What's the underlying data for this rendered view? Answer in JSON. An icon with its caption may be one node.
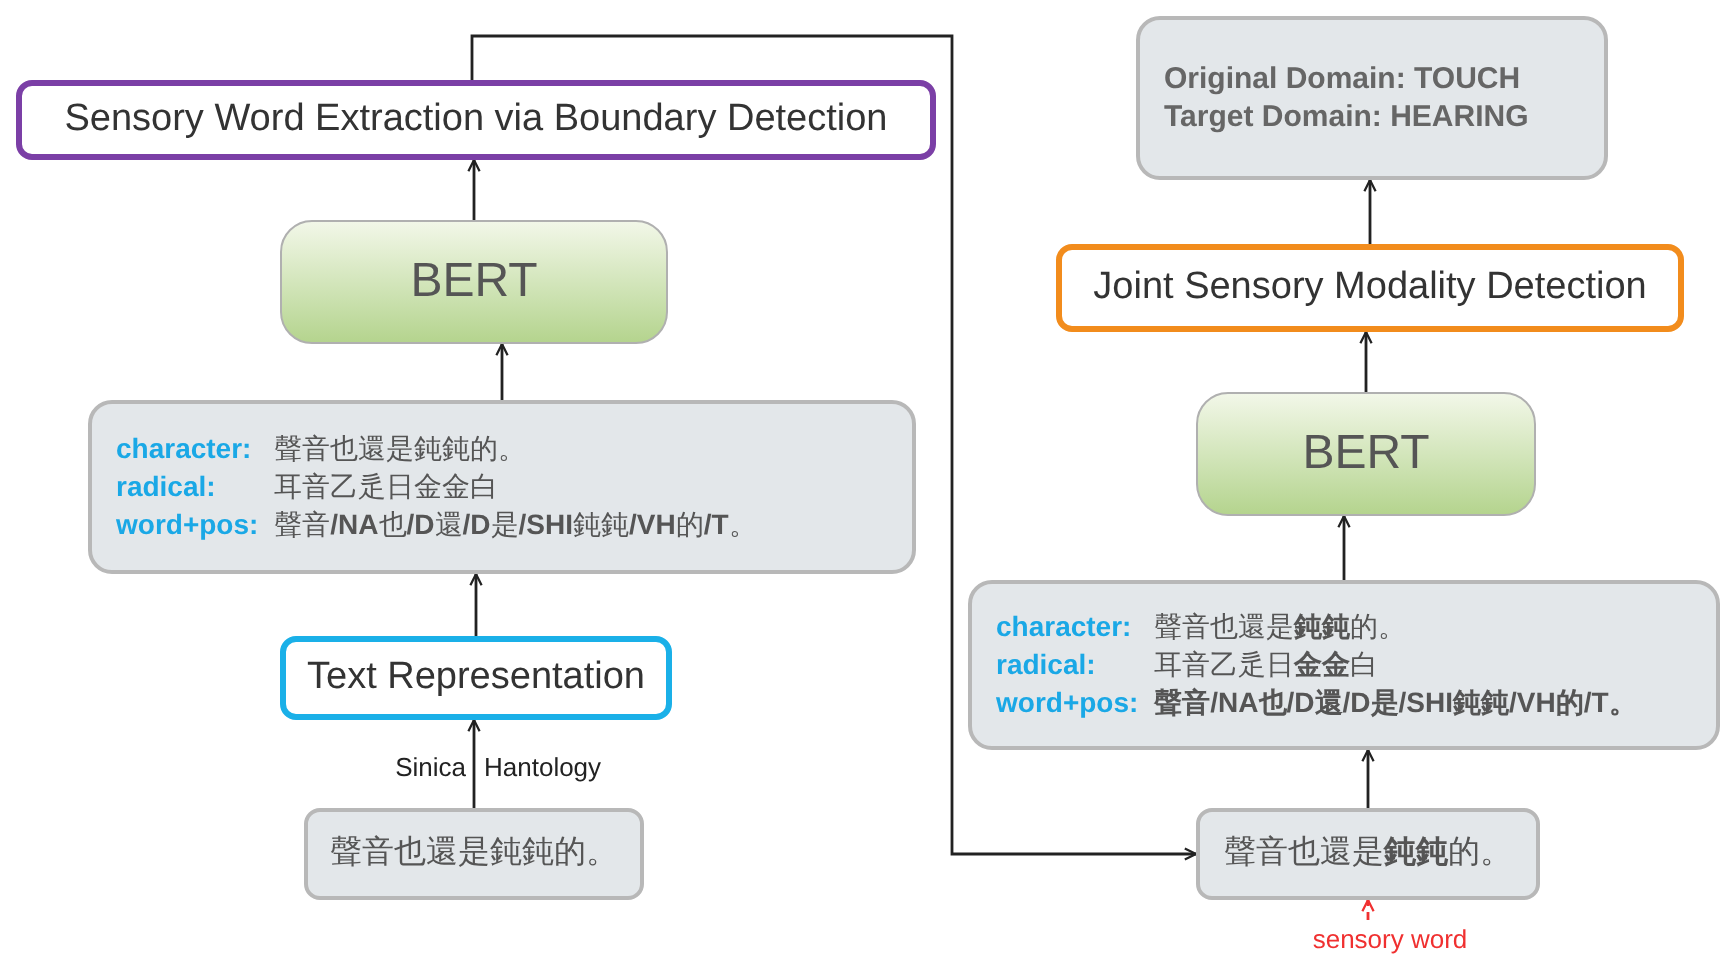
{
  "diagram": {
    "nodes": [
      {
        "text": [
          "Sensory Word Extraction via Boundary Detection"
        ]
      },
      {
        "text": [
          "BERT"
        ]
      },
      {
        "text": [
          "character:",
          "聲音也還是鈍鈍的。",
          "radical:",
          "耳音乙辵日金金白",
          "word+pos:",
          "聲音**/NA**也**/D**還**/D**是**/SHI**鈍鈍**/VH**的**/T**。"
        ]
      },
      {
        "text": [
          "Text Representation"
        ]
      },
      {
        "text": [
          "聲音也還是鈍鈍的。"
        ]
      },
      {
        "text": [
          "**Original Domain:** TOUCH",
          "**Target Domain:** HEARING"
        ]
      },
      {
        "text": [
          "Joint Sensory Modality Detection"
        ]
      },
      {
        "text": [
          "BERT"
        ]
      },
      {
        "text": [
          "character:",
          "聲音也還是**鈍鈍**的。",
          "radical:",
          "耳音乙辵日**金金**白",
          "word+pos:",
          "聲音/NA也/D還/D是/SHI**鈍鈍/VH**的/T。"
        ]
      },
      {
        "text": [
          "聲音也還是**鈍鈍**的。"
        ]
      },
      {
        "text": [
          "sensory word"
        ]
      }
    ],
    "edges": [
      {
        "from": 4,
        "to": 3,
        "arrow": "to"
      },
      {
        "from": 3,
        "to": 2,
        "arrow": "to"
      },
      {
        "from": 2,
        "to": 1,
        "arrow": "to"
      },
      {
        "from": 1,
        "to": 0,
        "arrow": "to"
      },
      {
        "from": 0,
        "to": 9,
        "arrow": "to"
      },
      {
        "from": 9,
        "to": 8,
        "arrow": "to"
      },
      {
        "from": 8,
        "to": 7,
        "arrow": "to"
      },
      {
        "from": 7,
        "to": 6,
        "arrow": "to"
      },
      {
        "from": 6,
        "to": 5,
        "arrow": "to"
      },
      {
        "from": 10,
        "to": 9,
        "arrow": "to",
        "style": "dashed",
        "color": "#f03030"
      }
    ],
    "labels": [
      "Sinica",
      "Hantology"
    ]
  }
}
